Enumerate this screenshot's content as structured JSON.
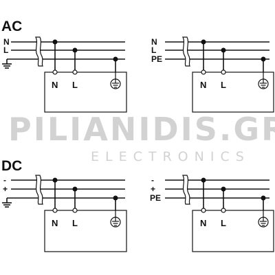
{
  "sections": {
    "ac": {
      "heading": "AC"
    },
    "dc": {
      "heading": "DC"
    }
  },
  "panels": {
    "ac_left": {
      "wires": [
        "N",
        "L"
      ],
      "terminals": [
        "N",
        "L"
      ],
      "has_ground_symbol": true
    },
    "ac_right": {
      "wires": [
        "N",
        "L",
        "PE"
      ],
      "terminals": [
        "N",
        "L"
      ],
      "has_ground_symbol": false
    },
    "dc_left": {
      "wires": [
        "-",
        "+"
      ],
      "terminals": [
        "N",
        "L"
      ],
      "has_ground_symbol": true
    },
    "dc_right": {
      "wires": [
        "-",
        "+",
        "PE"
      ],
      "terminals": [
        "N",
        "L"
      ],
      "has_ground_symbol": false
    }
  },
  "watermark": {
    "brand": "PILIANIDIS.GR",
    "tagline": "ELECTRONICS"
  },
  "icons": {
    "terminal_earth": "protective-earth-icon",
    "ground": "ground-icon",
    "cable_break": "cable-break-icon"
  }
}
